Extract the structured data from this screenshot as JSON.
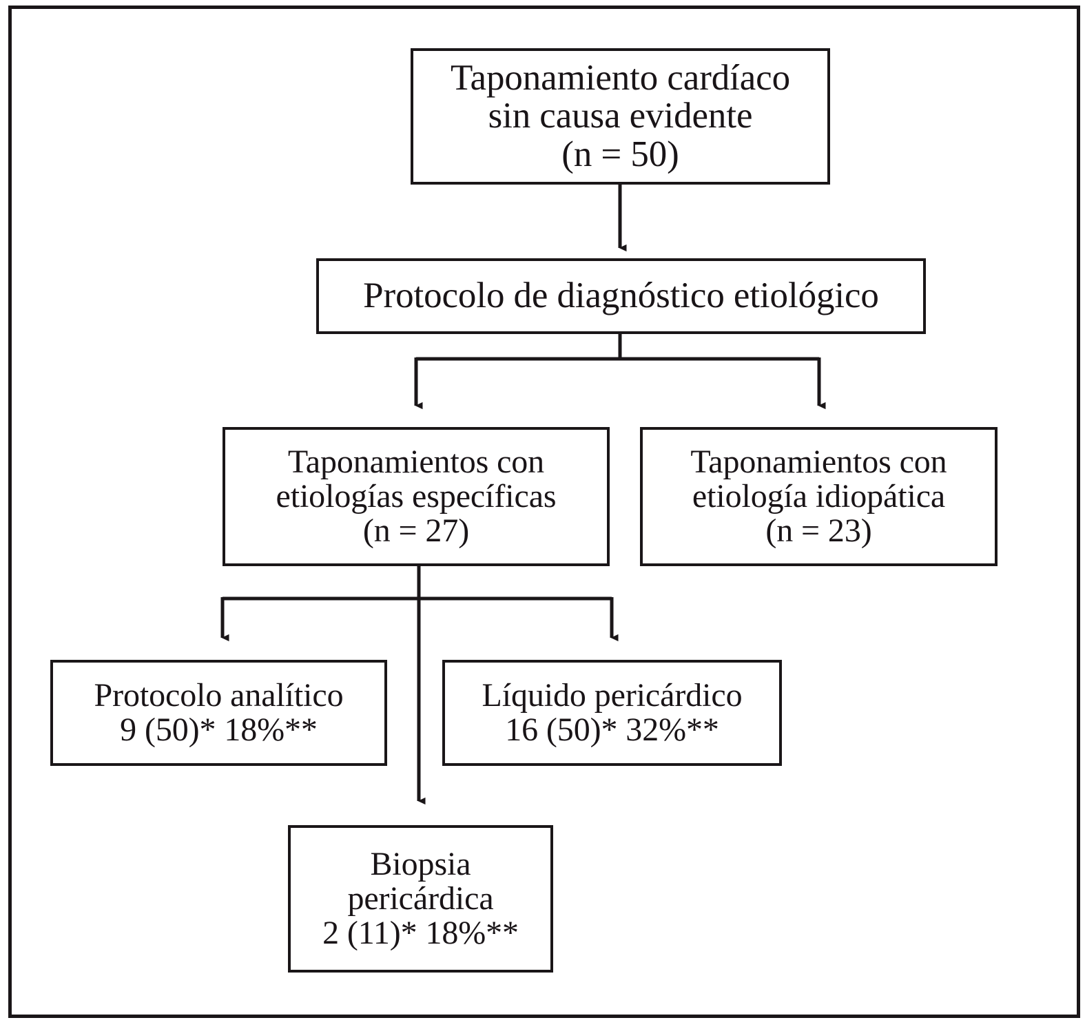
{
  "diagram": {
    "title": "Taponamiento cardiaco sin causa evidente - protocolo de diagnostico etiologico",
    "type": "flowchart",
    "orientation": "top-down",
    "stroke_color": "#1a1618",
    "fill_color": "#ffffff",
    "frame": {
      "border_color": "#1a1618"
    },
    "nodes": [
      {
        "id": "tamponade-no-cause",
        "level": 1,
        "lines": [
          "Taponamiento cardíaco",
          "sin causa evidente",
          "(n = 50)"
        ],
        "n": 50
      },
      {
        "id": "diagnostic-protocol",
        "level": 2,
        "lines": [
          "Protocolo de diagnóstico etiológico"
        ]
      },
      {
        "id": "specific-etiologies",
        "level": 3,
        "lines": [
          "Taponamientos con",
          "etiologías específicas",
          "(n = 27)"
        ],
        "n": 27
      },
      {
        "id": "idiopathic-etiology",
        "level": 3,
        "lines": [
          "Taponamientos con",
          "etiología idiopática",
          "(n = 23)"
        ],
        "n": 23
      },
      {
        "id": "analytic-protocol",
        "level": 4,
        "lines": [
          "Protocolo analítico",
          "9 (50)* 18%**"
        ],
        "count": 9,
        "denominator": 50,
        "percent": "18%"
      },
      {
        "id": "pericardial-fluid",
        "level": 4,
        "lines": [
          "Líquido pericárdico",
          "16 (50)* 32%**"
        ],
        "count": 16,
        "denominator": 50,
        "percent": "32%"
      },
      {
        "id": "pericardial-biopsy",
        "level": 4,
        "lines": [
          "Biopsia",
          "pericárdica",
          "2 (11)* 18%**"
        ],
        "count": 2,
        "denominator": 11,
        "percent": "18%"
      }
    ],
    "edges": [
      {
        "from": "tamponade-no-cause",
        "to": "diagnostic-protocol",
        "style": "straight-arrow"
      },
      {
        "from": "diagnostic-protocol",
        "to": "specific-etiologies",
        "style": "elbow-arrow"
      },
      {
        "from": "diagnostic-protocol",
        "to": "idiopathic-etiology",
        "style": "elbow-arrow"
      },
      {
        "from": "specific-etiologies",
        "to": "analytic-protocol",
        "style": "elbow-arrow"
      },
      {
        "from": "specific-etiologies",
        "to": "pericardial-fluid",
        "style": "elbow-arrow"
      },
      {
        "from": "specific-etiologies",
        "to": "pericardial-biopsy",
        "style": "straight-arrow"
      }
    ]
  }
}
